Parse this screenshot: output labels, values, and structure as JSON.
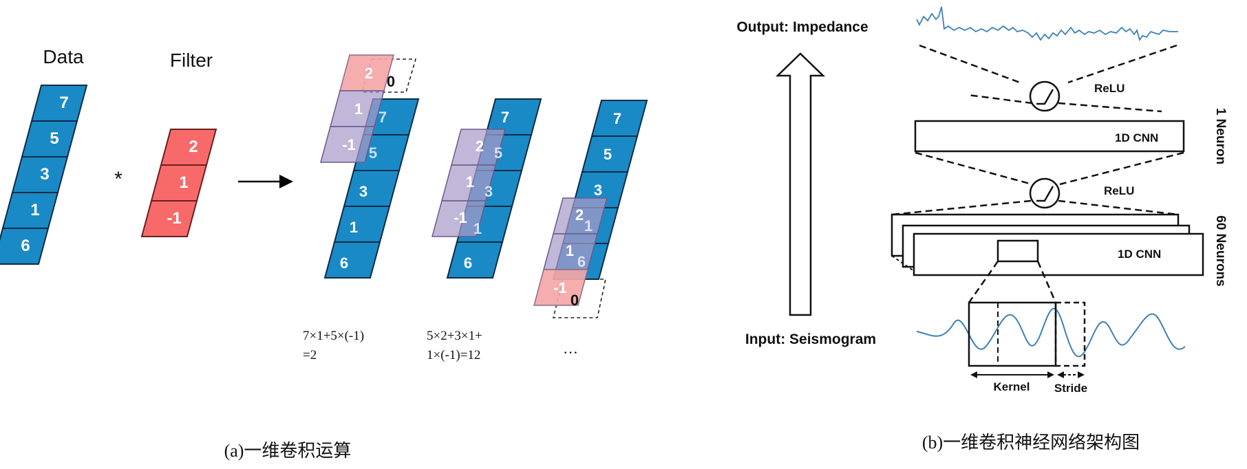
{
  "panel_a": {
    "data_label": "Data",
    "filter_label": "Filter",
    "operator": "*",
    "data_values": [
      "7",
      "5",
      "3",
      "1",
      "6"
    ],
    "filter_values": [
      "2",
      "1",
      "-1"
    ],
    "pad_value": "0",
    "formula1_line1": "7×1+5×(-1)",
    "formula1_line2": "=2",
    "formula2_line1": "5×2+3×1+",
    "formula2_line2": "1×(-1)=12",
    "ellipsis": "…",
    "caption": "(a)一维卷积运算"
  },
  "panel_b": {
    "output_label": "Output: Impedance",
    "input_label": "Input: Seismogram",
    "relu_label": "ReLU",
    "cnn_label": "1D CNN",
    "neurons_1": "1 Neuron",
    "neurons_60": "60 Neurons",
    "kernel_label": "Kernel",
    "stride_label": "Stride",
    "caption": "(b)一维卷积神经网络架构图"
  },
  "colors": {
    "data_cell": "#1a8ac6",
    "filter_cell": "#f86a6a",
    "overlay_purple": "#a99bc9",
    "overlay_pink": "#f4a6a6",
    "trace_blue": "#3d7fb8"
  }
}
